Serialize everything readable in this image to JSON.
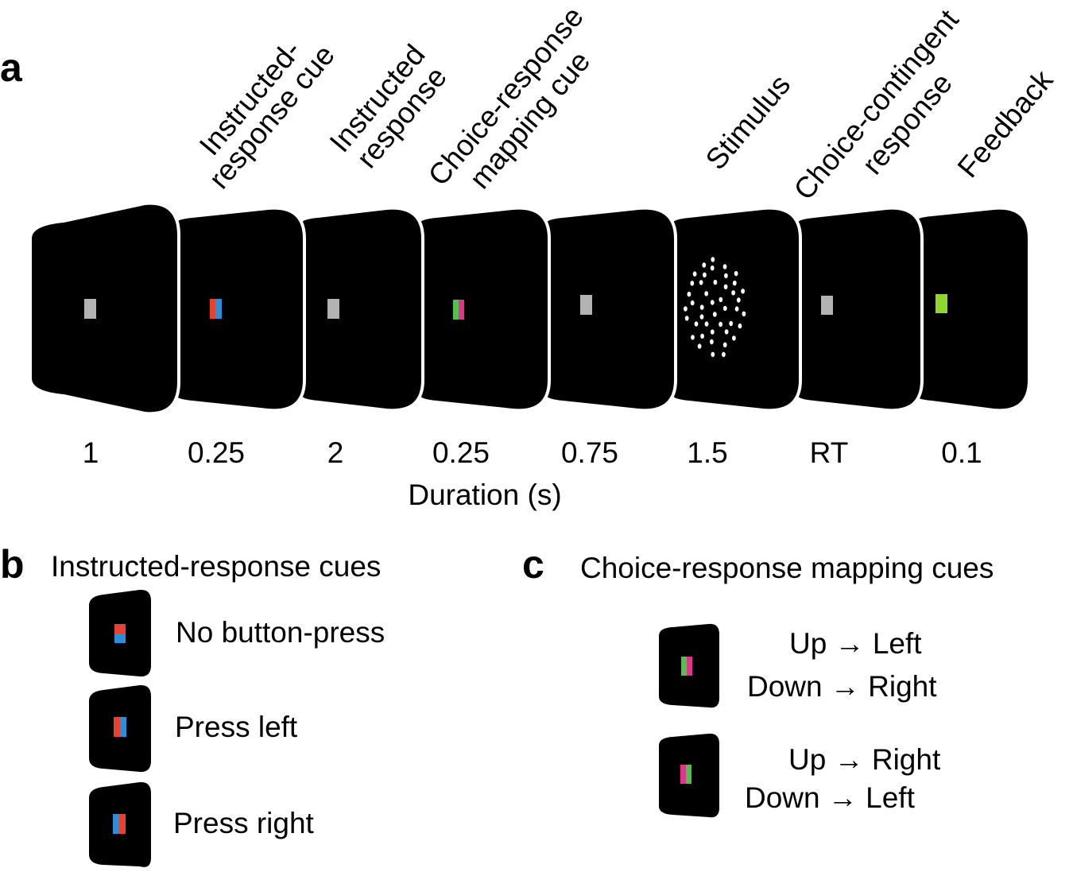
{
  "panel_a": {
    "letter": "a",
    "screens": [
      {
        "label_lines": [],
        "duration": "1",
        "content": "gray-square"
      },
      {
        "label_lines": [
          "Instructed-",
          "response cue"
        ],
        "duration": "0.25",
        "content": "red-blue-bar"
      },
      {
        "label_lines": [
          "Instructed",
          "response"
        ],
        "duration": "2",
        "content": "gray-square"
      },
      {
        "label_lines": [
          "Choice-response",
          "mapping cue"
        ],
        "duration": "0.25",
        "content": "green-magenta-bar"
      },
      {
        "label_lines": [],
        "duration": "0.75",
        "content": "gray-square"
      },
      {
        "label_lines": [
          "Stimulus"
        ],
        "duration": "1.5",
        "content": "dot-cloud"
      },
      {
        "label_lines": [
          "Choice-contingent",
          "response"
        ],
        "duration": "RT",
        "content": "gray-square"
      },
      {
        "label_lines": [
          "Feedback"
        ],
        "duration": "0.1",
        "content": "green-square"
      }
    ],
    "axis_label": "Duration (s)"
  },
  "panel_b": {
    "letter": "b",
    "title": "Instructed-response cues",
    "items": [
      {
        "label": "No button-press",
        "cue": "red-over-blue"
      },
      {
        "label": "Press left",
        "cue": "red-left-blue-right"
      },
      {
        "label": "Press right",
        "cue": "blue-left-red-right"
      }
    ]
  },
  "panel_c": {
    "letter": "c",
    "title": "Choice-response mapping cues",
    "items": [
      {
        "line1": "Up → Left",
        "line2": "Down → Right",
        "cue": "green-left-magenta-right"
      },
      {
        "line1": "Up → Right",
        "line2": "Down → Left",
        "cue": "magenta-left-green-right"
      }
    ]
  },
  "colors": {
    "screen": "#000000",
    "border": "#ffffff",
    "gray": "#b3b3b3",
    "red": "#e8412f",
    "blue": "#2a8fd6",
    "green": "#4dc24d",
    "magenta": "#e0348f",
    "feedback_green": "#8fd62e",
    "dot": "#ffffff"
  }
}
